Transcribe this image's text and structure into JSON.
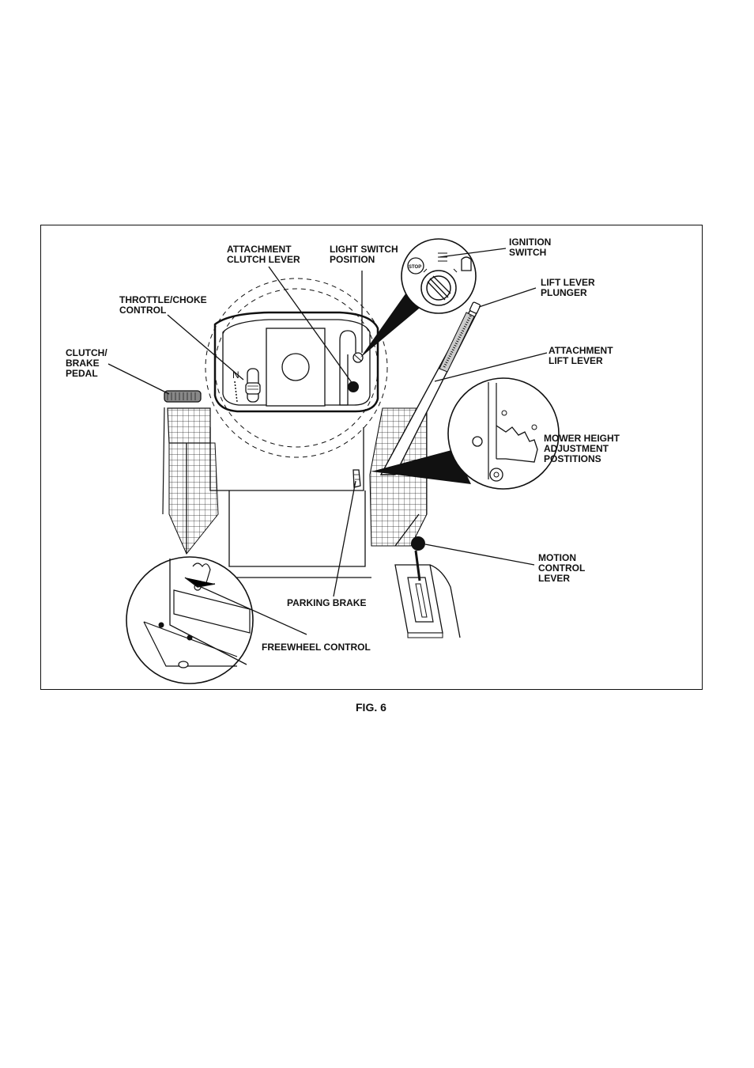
{
  "figure": {
    "caption": "FIG. 6",
    "labels": {
      "attachment_clutch_lever": [
        "ATTACHMENT",
        "CLUTCH LEVER"
      ],
      "light_switch_position": [
        "LIGHT SWITCH",
        "POSITION"
      ],
      "ignition_switch": [
        "IGNITION",
        "SWITCH"
      ],
      "lift_lever_plunger": [
        "LIFT LEVER",
        "PLUNGER"
      ],
      "throttle_choke_control": [
        "THROTTLE/CHOKE",
        "CONTROL"
      ],
      "clutch_brake_pedal": [
        "CLUTCH/",
        "BRAKE",
        "PEDAL"
      ],
      "attachment_lift_lever": [
        "ATTACHMENT",
        "LIFT LEVER"
      ],
      "mower_height_adjustment": [
        "MOWER HEIGHT",
        "ADJUSTMENT",
        "POSTITIONS"
      ],
      "motion_control_lever": [
        "MOTION",
        "CONTROL",
        "LEVER"
      ],
      "parking_brake": "PARKING BRAKE",
      "freewheel_control": "FREEWHEEL CONTROL"
    },
    "ignition_dial": {
      "stop_label": "STOP"
    }
  }
}
